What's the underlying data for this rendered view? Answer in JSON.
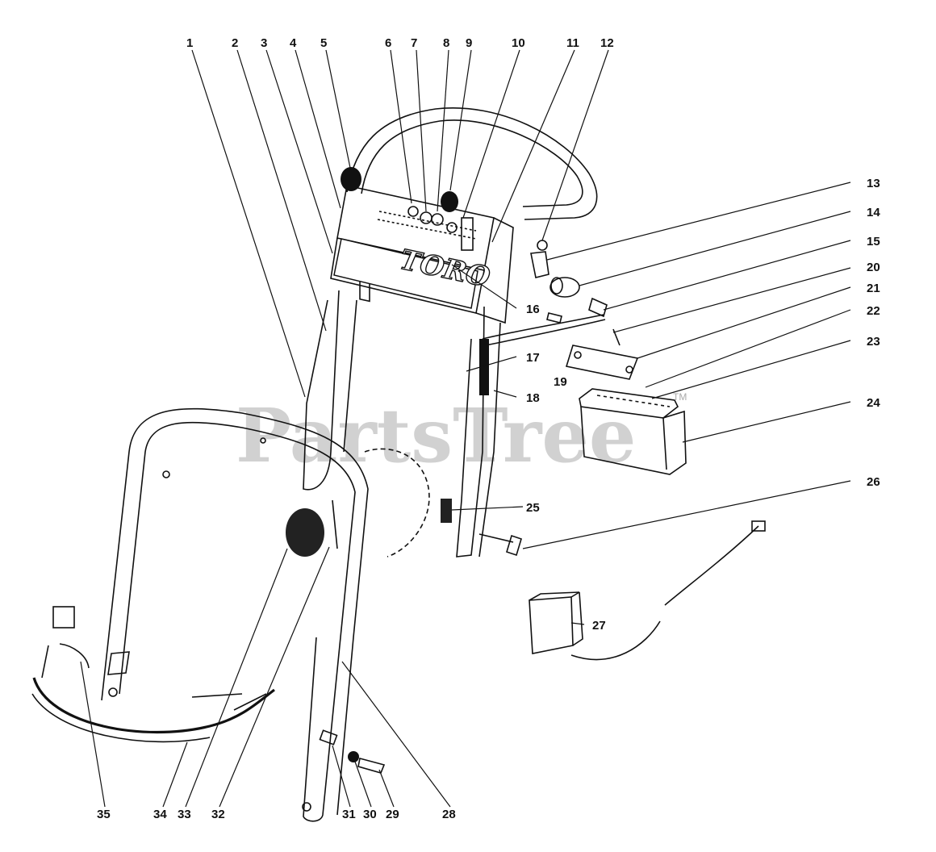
{
  "diagram": {
    "brand_label": "TORO",
    "watermark": "PartsTree",
    "watermark_tm": "TM",
    "callouts": [
      {
        "id": "c1",
        "label": "1"
      },
      {
        "id": "c2",
        "label": "2"
      },
      {
        "id": "c3",
        "label": "3"
      },
      {
        "id": "c4",
        "label": "4"
      },
      {
        "id": "c5",
        "label": "5"
      },
      {
        "id": "c6",
        "label": "6"
      },
      {
        "id": "c7",
        "label": "7"
      },
      {
        "id": "c8",
        "label": "8"
      },
      {
        "id": "c9",
        "label": "9"
      },
      {
        "id": "c10",
        "label": "10"
      },
      {
        "id": "c11",
        "label": "11"
      },
      {
        "id": "c12",
        "label": "12"
      },
      {
        "id": "c13",
        "label": "13"
      },
      {
        "id": "c14",
        "label": "14"
      },
      {
        "id": "c15",
        "label": "15"
      },
      {
        "id": "c16",
        "label": "16"
      },
      {
        "id": "c17",
        "label": "17"
      },
      {
        "id": "c18",
        "label": "18"
      },
      {
        "id": "c19",
        "label": "19"
      },
      {
        "id": "c20",
        "label": "20"
      },
      {
        "id": "c21",
        "label": "21"
      },
      {
        "id": "c22",
        "label": "22"
      },
      {
        "id": "c23",
        "label": "23"
      },
      {
        "id": "c24",
        "label": "24"
      },
      {
        "id": "c25",
        "label": "25"
      },
      {
        "id": "c26",
        "label": "26"
      },
      {
        "id": "c27",
        "label": "27"
      },
      {
        "id": "c28",
        "label": "28"
      },
      {
        "id": "c29",
        "label": "29"
      },
      {
        "id": "c30",
        "label": "30"
      },
      {
        "id": "c31",
        "label": "31"
      },
      {
        "id": "c32",
        "label": "32"
      },
      {
        "id": "c33",
        "label": "33"
      },
      {
        "id": "c34",
        "label": "34"
      },
      {
        "id": "c35",
        "label": "35"
      }
    ]
  }
}
